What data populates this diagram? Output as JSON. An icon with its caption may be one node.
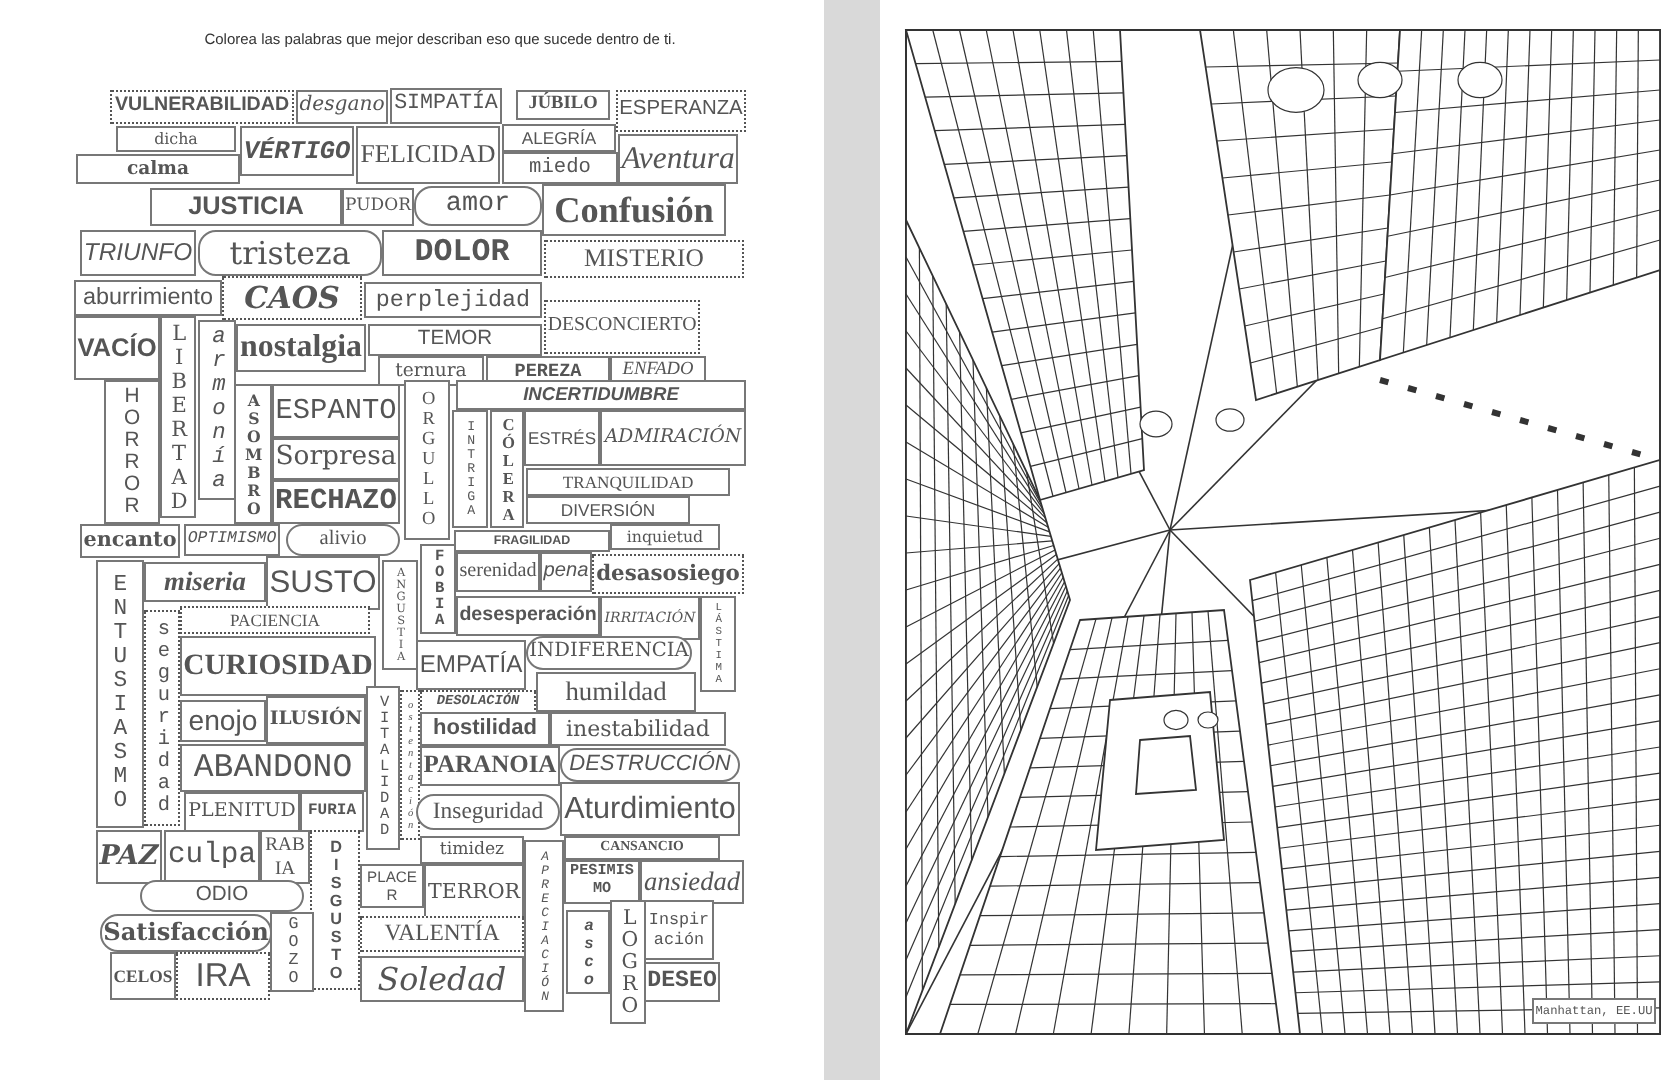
{
  "diagram": {
    "title": "Colorea las palabras que mejor describan eso que sucede dentro de ti.",
    "nodes": [
      {
        "text": [
          "VULNERABILIDAD"
        ]
      },
      {
        "text": [
          "desgano"
        ]
      },
      {
        "text": [
          "SIMPATÍA"
        ]
      },
      {
        "text": [
          "JÚBILO"
        ]
      },
      {
        "text": [
          "ESPERANZA"
        ]
      },
      {
        "text": [
          "dicha"
        ]
      },
      {
        "text": [
          "VÉRTIGO"
        ]
      },
      {
        "text": [
          "FELICIDAD"
        ]
      },
      {
        "text": [
          "ALEGRÍA"
        ]
      },
      {
        "text": [
          "calma"
        ]
      },
      {
        "text": [
          "miedo"
        ]
      },
      {
        "text": [
          "Aventura"
        ]
      },
      {
        "text": [
          "JUSTICIA"
        ]
      },
      {
        "text": [
          "PUDOR"
        ]
      },
      {
        "text": [
          "amor"
        ]
      },
      {
        "text": [
          "Confusión"
        ]
      },
      {
        "text": [
          "TRIUNFO"
        ]
      },
      {
        "text": [
          "tristeza"
        ]
      },
      {
        "text": [
          "DOLOR"
        ]
      },
      {
        "text": [
          "MISTERIO"
        ]
      },
      {
        "text": [
          "aburrimiento"
        ]
      },
      {
        "text": [
          "CAOS"
        ]
      },
      {
        "text": [
          "perplejidad"
        ]
      },
      {
        "text": [
          "DESCONCIERTO"
        ]
      },
      {
        "text": [
          "VACÍO"
        ]
      },
      {
        "text": [
          "LIBERTAD"
        ]
      },
      {
        "text": [
          "armonía"
        ]
      },
      {
        "text": [
          "nostalgia"
        ]
      },
      {
        "text": [
          "TEMOR"
        ]
      },
      {
        "text": [
          "ternura"
        ]
      },
      {
        "text": [
          "PEREZA"
        ]
      },
      {
        "text": [
          "ENFADO"
        ]
      },
      {
        "text": [
          "HORROR"
        ]
      },
      {
        "text": [
          "ASOMBRO"
        ]
      },
      {
        "text": [
          "ESPANTO"
        ]
      },
      {
        "text": [
          "ORGULLO"
        ]
      },
      {
        "text": [
          "INCERTIDUMBRE"
        ]
      },
      {
        "text": [
          "Sorpresa"
        ]
      },
      {
        "text": [
          "INTRIGA"
        ]
      },
      {
        "text": [
          "CÓLERA"
        ]
      },
      {
        "text": [
          "ESTRÉS"
        ]
      },
      {
        "text": [
          "ADMIRACIÓN"
        ]
      },
      {
        "text": [
          "RECHAZO"
        ]
      },
      {
        "text": [
          "TRANQUILIDAD"
        ]
      },
      {
        "text": [
          "DIVERSIÓN"
        ]
      },
      {
        "text": [
          "encanto"
        ]
      },
      {
        "text": [
          "OPTIMISMO"
        ]
      },
      {
        "text": [
          "alivio"
        ]
      },
      {
        "text": [
          "FRAGILIDAD"
        ]
      },
      {
        "text": [
          "inquietud"
        ]
      },
      {
        "text": [
          "ENTUSIASMO"
        ]
      },
      {
        "text": [
          "miseria"
        ]
      },
      {
        "text": [
          "SUSTO"
        ]
      },
      {
        "text": [
          "ANGUSTIA"
        ]
      },
      {
        "text": [
          "FOBIA"
        ]
      },
      {
        "text": [
          "serenidad"
        ]
      },
      {
        "text": [
          "pena"
        ]
      },
      {
        "text": [
          "desasosiego"
        ]
      },
      {
        "text": [
          "seguridad"
        ]
      },
      {
        "text": [
          "PACIENCIA"
        ]
      },
      {
        "text": [
          "desesperación"
        ]
      },
      {
        "text": [
          "IRRITACIÓN"
        ]
      },
      {
        "text": [
          "LÁSTIMA"
        ]
      },
      {
        "text": [
          "CURIOSIDAD"
        ]
      },
      {
        "text": [
          "EMPATÍA"
        ]
      },
      {
        "text": [
          "INDIFERENCIA"
        ]
      },
      {
        "text": [
          "DESOLACIÓN"
        ]
      },
      {
        "text": [
          "humildad"
        ]
      },
      {
        "text": [
          "enojo"
        ]
      },
      {
        "text": [
          "ILUSIÓN"
        ]
      },
      {
        "text": [
          "VITALIDAD"
        ]
      },
      {
        "text": [
          "ostentación"
        ]
      },
      {
        "text": [
          "hostilidad"
        ]
      },
      {
        "text": [
          "inestabilidad"
        ]
      },
      {
        "text": [
          "ABANDONO"
        ]
      },
      {
        "text": [
          "PARANOIA"
        ]
      },
      {
        "text": [
          "DESTRUCCIÓN"
        ]
      },
      {
        "text": [
          "PLENITUD"
        ]
      },
      {
        "text": [
          "FURIA"
        ]
      },
      {
        "text": [
          "Inseguridad"
        ]
      },
      {
        "text": [
          "Aturdimiento"
        ]
      },
      {
        "text": [
          "PAZ"
        ]
      },
      {
        "text": [
          "culpa"
        ]
      },
      {
        "text": [
          "RABIA"
        ]
      },
      {
        "text": [
          "DISGUSTO"
        ]
      },
      {
        "text": [
          "timidez"
        ]
      },
      {
        "text": [
          "APRECIACIÓN"
        ]
      },
      {
        "text": [
          "CANSANCIO"
        ]
      },
      {
        "text": [
          "PLACER"
        ]
      },
      {
        "text": [
          "TERROR"
        ]
      },
      {
        "text": [
          "PESIMISMO"
        ]
      },
      {
        "text": [
          "ansiedad"
        ]
      },
      {
        "text": [
          "ODIO"
        ]
      },
      {
        "text": [
          "Satisfacción"
        ]
      },
      {
        "text": [
          "GOZO"
        ]
      },
      {
        "text": [
          "VALENTÍA"
        ]
      },
      {
        "text": [
          "asco"
        ]
      },
      {
        "text": [
          "LOGRO"
        ]
      },
      {
        "text": [
          "Inspiración"
        ]
      },
      {
        "text": [
          "CELOS"
        ]
      },
      {
        "text": [
          "IRA"
        ]
      },
      {
        "text": [
          "Soledad"
        ]
      },
      {
        "text": [
          "DESEO"
        ]
      },
      {
        "text": [
          "Manhattan, EE.UU"
        ]
      }
    ]
  }
}
